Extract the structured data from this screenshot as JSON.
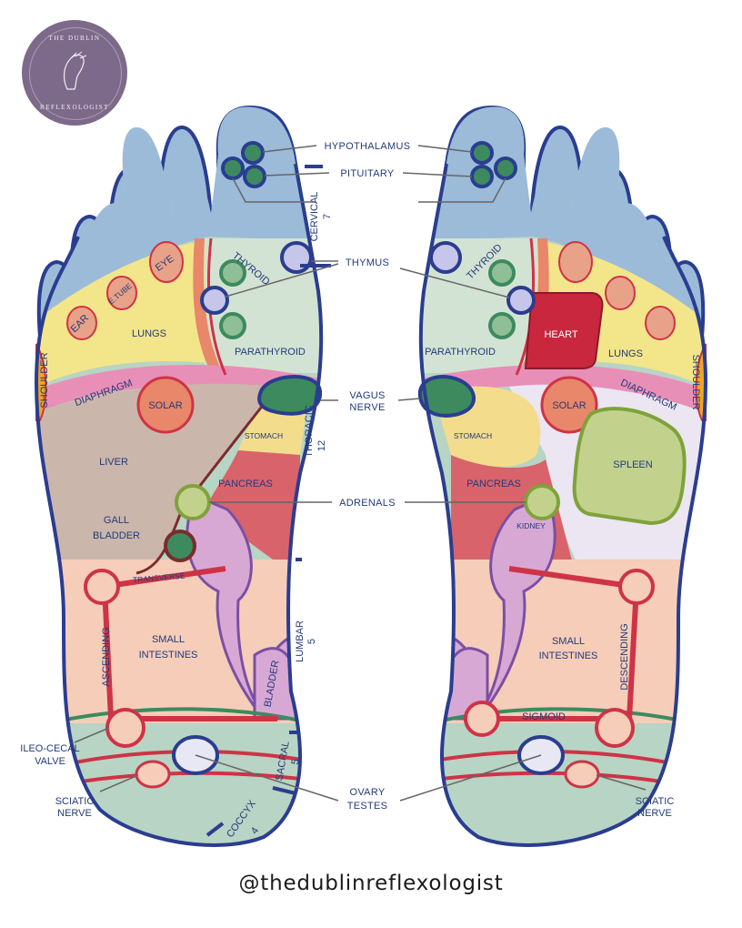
{
  "logo": {
    "top_text": "THE DUBLIN",
    "bottom_text": "REFLEXOLOGIST",
    "color": "#7d6a8a"
  },
  "handle": "@thedublinreflexologist",
  "colors": {
    "outline": "#2a3d8f",
    "toe_blue": "#9bbbd9",
    "lungs_yellow": "#f3e58a",
    "diaphragm_pink": "#e88fb8",
    "liver": "#cbb6ab",
    "stomach": "#f3dd8c",
    "pancreas": "#d9636b",
    "kidney": "#d8a8d4",
    "intestine": "#f5cdb9",
    "pelvic_green": "#b8d4c4",
    "heart": "#c8273e",
    "spleen": "#c2d28d",
    "shoulder": "#f0a526",
    "red_line": "#cf3346",
    "label_navy": "#243a7a"
  },
  "center_labels": {
    "hypothalamus": "HYPOTHALAMUS",
    "pituitary": "PITUITARY",
    "thymus": "THYMUS",
    "vagus_1": "VAGUS",
    "vagus_2": "NERVE",
    "adrenals": "ADRENALS",
    "ovary": "OVARY",
    "testes": "TESTES"
  },
  "left_foot": {
    "cervical": "CERVICAL",
    "cervical_num": "7",
    "thyroid": "THYROID",
    "parathyroid": "PARATHYROID",
    "eye": "EYE",
    "etube": "E.TUBE",
    "ear": "EAR",
    "lungs": "LUNGS",
    "shoulder": "SHOULDER",
    "diaphragm": "DIAPHRAGM",
    "solar": "SOLAR",
    "liver": "LIVER",
    "stomach": "STOMACH",
    "thoracic": "THORACIC",
    "thoracic_num": "12",
    "pancreas": "PANCREAS",
    "gall_1": "GALL",
    "gall_2": "BLADDER",
    "transverse": "TRANSVERSE",
    "ascending": "ASCENDING",
    "small_1": "SMALL",
    "small_2": "INTESTINES",
    "lumbar": "LUMBAR",
    "lumbar_num": "5",
    "bladder": "BLADDER",
    "ileo_1": "ILEO-CECAL",
    "ileo_2": "VALVE",
    "sacral": "SACRAL",
    "sacral_num": "5",
    "sciatic_1": "SCIATIC",
    "sciatic_2": "NERVE",
    "coccyx": "COCCYX",
    "coccyx_num": "4"
  },
  "right_foot": {
    "thyroid": "THYROID",
    "parathyroid": "PARATHYROID",
    "heart": "HEART",
    "lungs": "LUNGS",
    "shoulder": "SHOULDER",
    "diaphragm": "DIAPHRAGM",
    "solar": "SOLAR",
    "stomach": "STOMACH",
    "spleen": "SPLEEN",
    "pancreas": "PANCREAS",
    "kidney": "KIDNEY",
    "small_1": "SMALL",
    "small_2": "INTESTINES",
    "descending": "DESCENDING",
    "sigmoid": "SIGMOID",
    "sciatic_1": "SCIATIC",
    "sciatic_2": "NERVE"
  }
}
